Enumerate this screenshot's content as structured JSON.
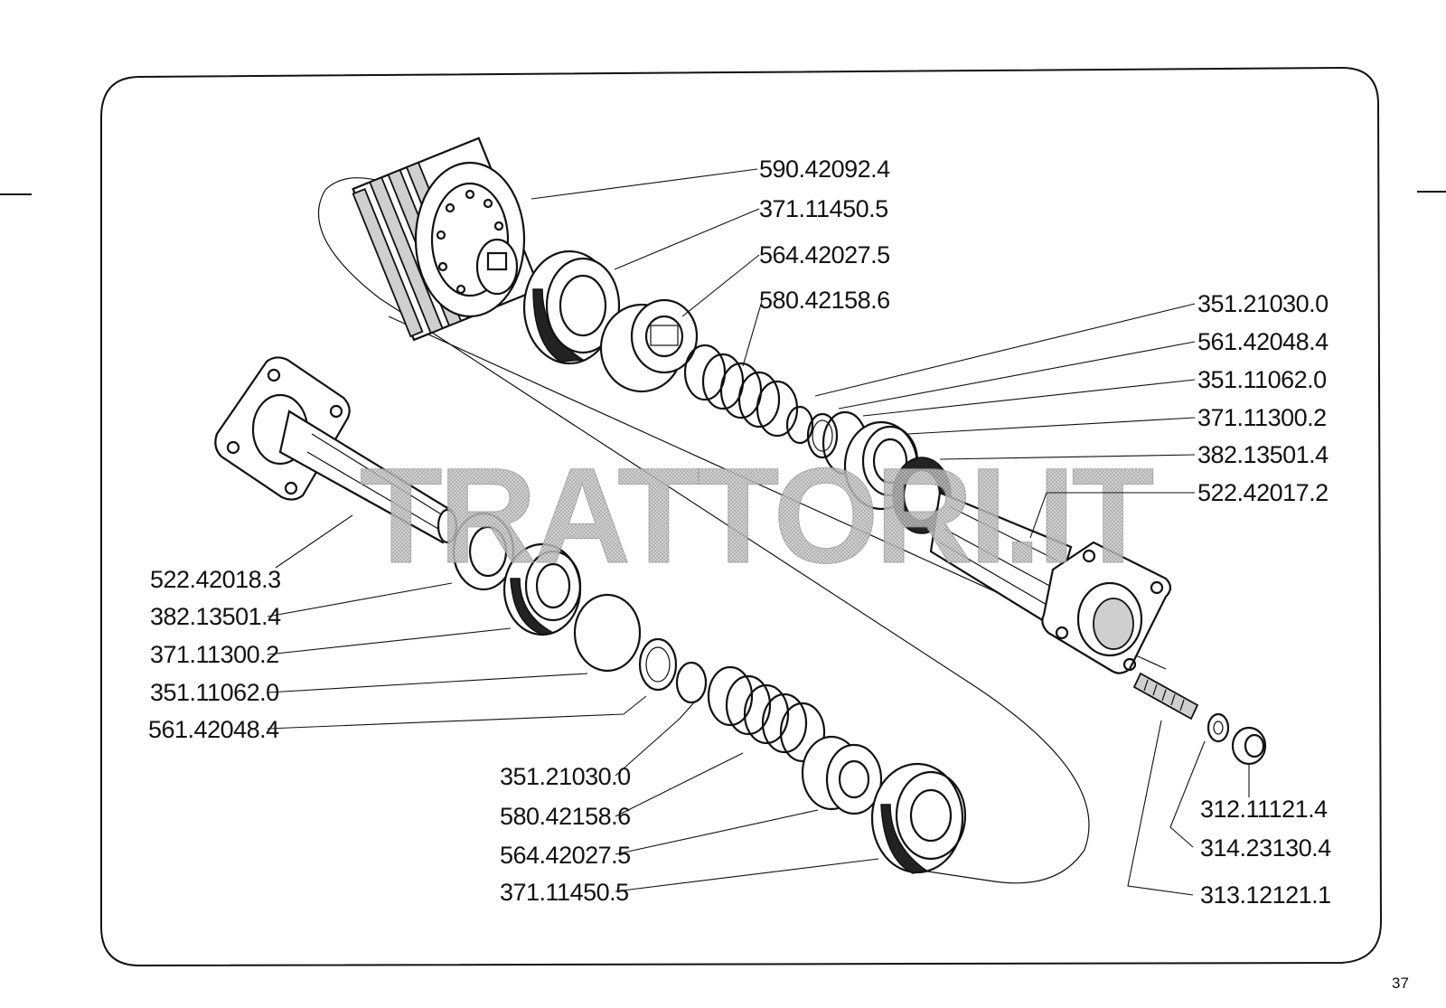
{
  "watermark": {
    "text": "TRATTORI.IT"
  },
  "page_number": "37",
  "top_labels": [
    "590.42092.4",
    "371.11450.5",
    "564.42027.5",
    "580.42158.6"
  ],
  "right_labels": [
    "351.21030.0",
    "561.42048.4",
    "351.11062.0",
    "371.11300.2",
    "382.13501.4",
    "522.42017.2"
  ],
  "left_labels": [
    "522.42018.3",
    "382.13501.4",
    "371.11300.2",
    "351.11062.0",
    "561.42048.4"
  ],
  "bottom_center_labels": [
    "351.21030.0",
    "580.42158.6",
    "564.42027.5",
    "371.11450.5"
  ],
  "bottom_right_labels": [
    "312.11121.4",
    "314.23130.4",
    "313.12121.1"
  ]
}
